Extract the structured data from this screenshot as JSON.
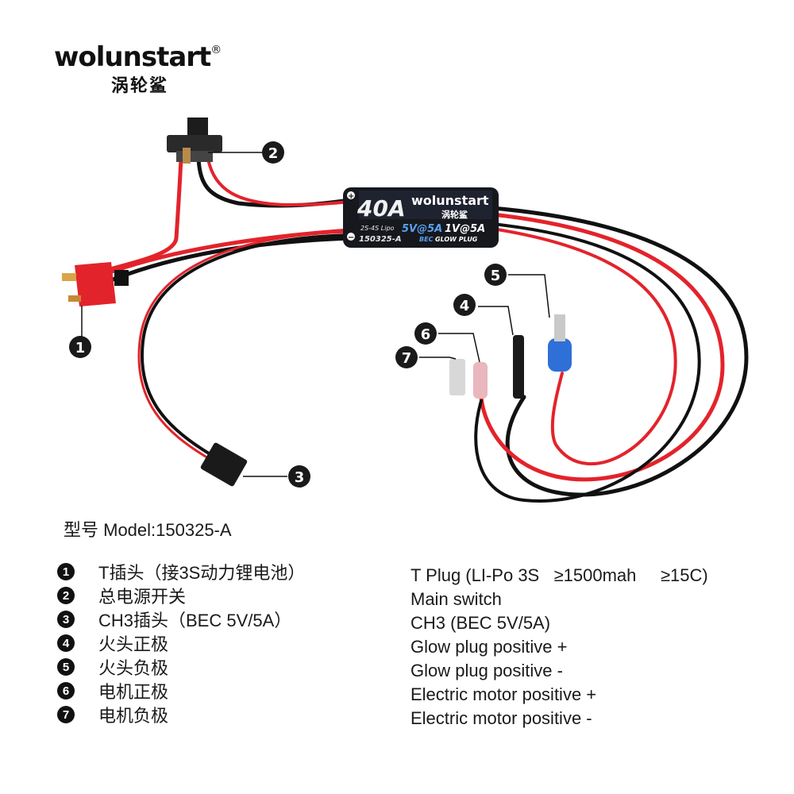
{
  "brand": {
    "name": "wolunstart",
    "reg": "®",
    "cn": "涡轮鲨"
  },
  "module": {
    "rating": "40A",
    "brand": "wolunstart",
    "brand_cn": "涡轮鲨",
    "lipo": "2S-4S Lipo",
    "part": "150325-A",
    "bec": "5V@5A",
    "bec_label": "BEC",
    "glow": "1V@5A",
    "glow_label": "GLOW PLUG",
    "plus": "+",
    "minus": "−"
  },
  "callouts": [
    "1",
    "2",
    "3",
    "4",
    "5",
    "6",
    "7"
  ],
  "model_line": "型号 Model:150325-A",
  "legend": [
    {
      "num": "1",
      "cn": "T插头（接3S动力锂电池）",
      "en": "T Plug (LI-Po 3S   ≥1500mah     ≥15C)"
    },
    {
      "num": "2",
      "cn": "总电源开关",
      "en": "Main switch"
    },
    {
      "num": "3",
      "cn": "CH3插头（BEC 5V/5A）",
      "en": "CH3 (BEC 5V/5A)"
    },
    {
      "num": "4",
      "cn": "火头正极",
      "en": "Glow plug positive +"
    },
    {
      "num": "5",
      "cn": "火头负极",
      "en": "Glow plug positive -"
    },
    {
      "num": "6",
      "cn": "电机正极",
      "en": "Electric motor positive +"
    },
    {
      "num": "7",
      "cn": "电机负极",
      "en": "Electric motor positive -"
    }
  ]
}
